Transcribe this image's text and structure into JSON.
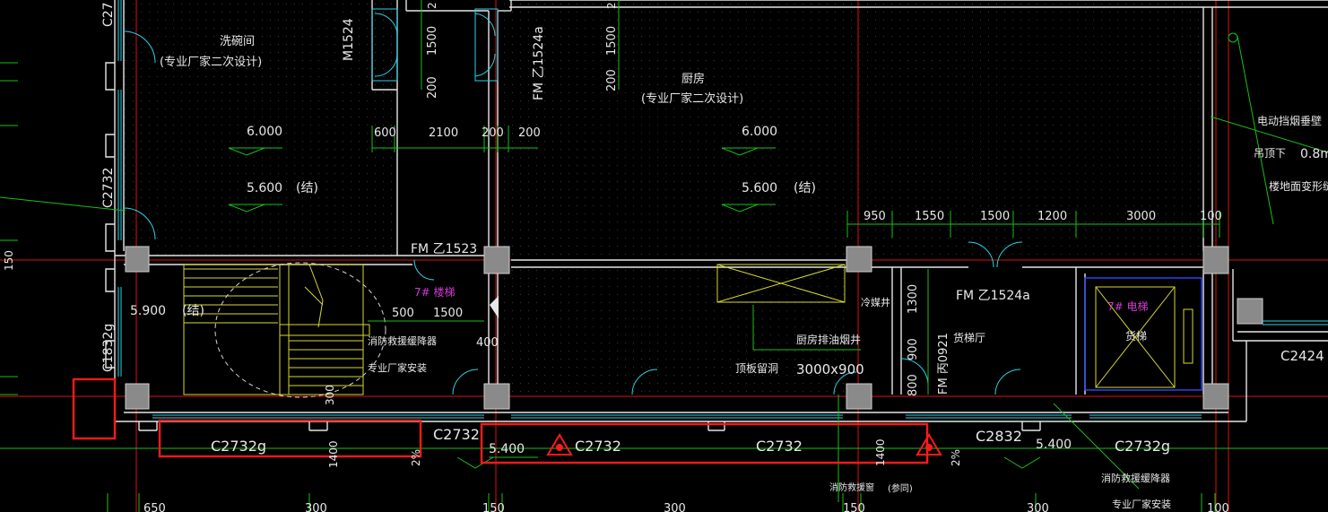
{
  "rooms": {
    "dishwash_name": "洗碗间",
    "dishwash_note": "(专业厂家二次设计)",
    "kitchen_name": "厨房",
    "kitchen_note": "(专业厂家二次设计)",
    "stair_7": "7# 楼梯",
    "elevator_7": "7# 电梯",
    "elevator_car": "货梯",
    "freight_hall": "货梯厅",
    "cold_shaft": "冷媒井",
    "exhaust_shaft": "厨房排油烟井",
    "slab_opening": "顶板留洞",
    "slab_opening_size": "3000x900",
    "evac_device_1": "消防救援缓降器",
    "evac_device_1_note": "专业厂家安装",
    "evac_device_2": "消防救援缓降器",
    "evac_device_2_note": "专业厂家安装",
    "evac_window": "消防救援窗",
    "same_note": "(参同)"
  },
  "elevations": {
    "left_floor": "6.000",
    "left_struct": "5.600",
    "right_floor": "6.000",
    "right_struct": "5.600",
    "struct_suffix": "(结)",
    "stair_landing": "5.900",
    "stair_suffix": "(结)",
    "sill_left": "5.400",
    "sill_right": "5.400"
  },
  "doors": {
    "m1524": "M1524",
    "fm_z1524a_top": "FM 乙1524a",
    "fm_z1523": "FM 乙1523",
    "fm_z1524a": "FM 乙1524a",
    "fm_bing0921": "FM 丙0921"
  },
  "windows": {
    "c2732g_left": "C2732g",
    "c2732_a": "C2732",
    "c2732_b": "C2732",
    "c2732_c": "C2732",
    "c2832": "C2832",
    "c2732g_right": "C2732g",
    "c1832g": "C1832g",
    "c2732_side": "C2732",
    "c2424": "C2424",
    "c27_top": "C27"
  },
  "dims": {
    "d600": "600",
    "d2100": "2100",
    "d200a": "200",
    "d200b": "200",
    "d950": "950",
    "d1550": "1550",
    "d1500": "1500",
    "d1200": "1200",
    "d3000": "3000",
    "d100": "100",
    "d500": "500",
    "d1500s": "1500",
    "d400": "400",
    "v1500a": "1500",
    "v200a": "200",
    "v1500b": "1500",
    "v200b": "200",
    "v1300": "1300",
    "v900": "900",
    "v800": "800",
    "v1400a": "1400",
    "v1400b": "1400",
    "v300": "300",
    "v150": "150",
    "b650": "650",
    "b300a": "300",
    "b150a": "150",
    "b300b": "300",
    "b150b": "150",
    "b300c": "300",
    "b100": "100",
    "slope_a": "2%",
    "slope_b": "2%",
    "top_a": "2",
    "top_b": "2"
  },
  "annotations": {
    "smoke_wall": "电动挡烟垂壁",
    "ceiling_down": "吊顶下",
    "ceiling_down_val": "0.8m",
    "floor_joint": "楼地面变形缝("
  },
  "colors": {
    "background": "#000000",
    "wall": "#e6e6e6",
    "axis": "#dd1111",
    "dimension": "#18c018",
    "window": "#2ad4e6",
    "stair": "#d8d830",
    "highlight": "#ff1a1a",
    "label_magenta": "#d43ad4"
  },
  "icons": {
    "warning_left": "fire-warning-triangle-icon",
    "warning_right": "fire-warning-triangle-icon"
  }
}
